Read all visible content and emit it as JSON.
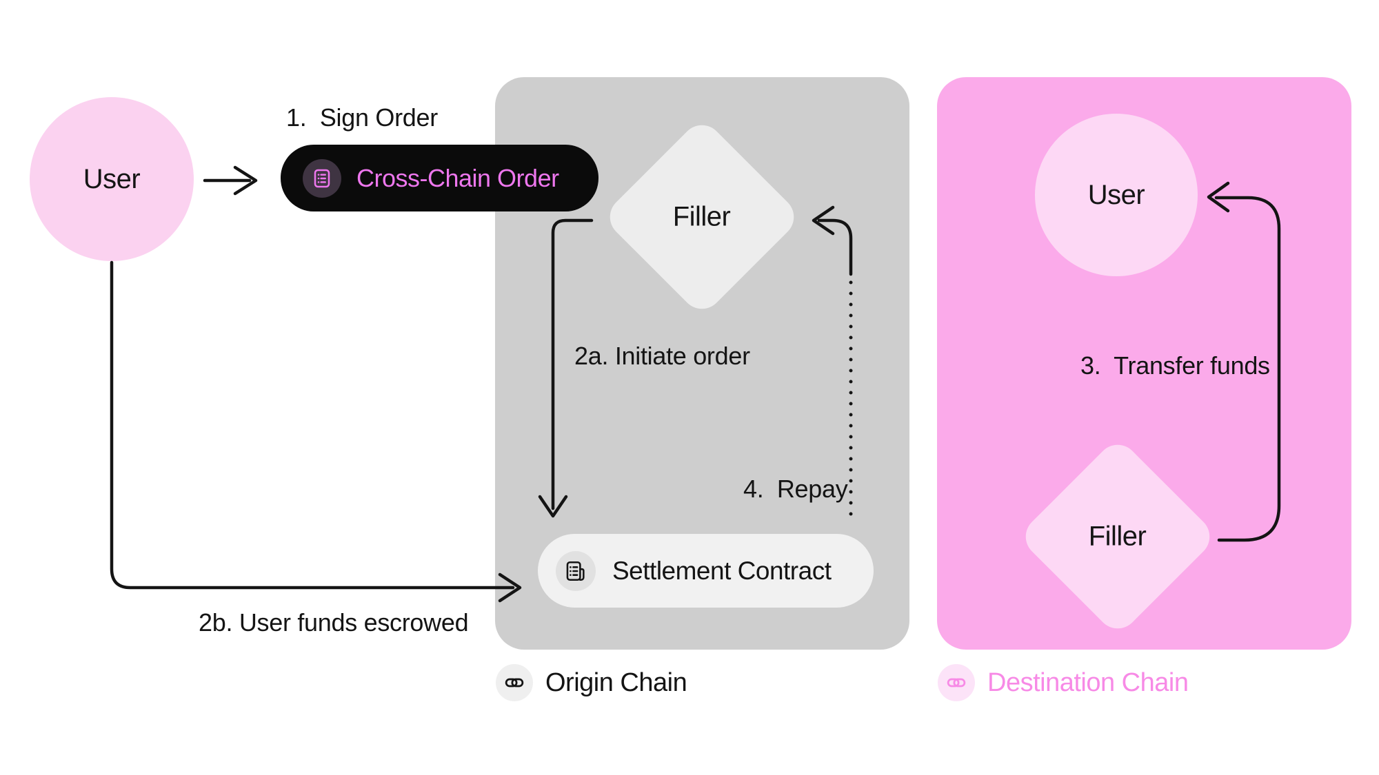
{
  "palette": {
    "black": "#0b0b0b",
    "gray_box": "#cecece",
    "gray_node": "#ededed",
    "gray_node_light": "#f1f1f1",
    "pink_box": "#fbaaea",
    "pink_node": "#fdd8f5",
    "pink_node_left": "#fbd2f0",
    "magenta_text": "#ee77ee",
    "dest_chain_text": "#f78ae6",
    "dest_icon_circle": "#fce3f8",
    "line": "#141414"
  },
  "nodes": {
    "user_left": {
      "label": "User"
    },
    "cross_chain_order": {
      "label": "Cross-Chain Order",
      "icon": "list-icon"
    },
    "filler_origin": {
      "label": "Filler"
    },
    "settlement_contract": {
      "label": "Settlement Contract",
      "icon": "newspaper-icon"
    },
    "user_dest": {
      "label": "User"
    },
    "filler_dest": {
      "label": "Filler"
    }
  },
  "annotations": {
    "step1": "1.  Sign Order",
    "step2a": "2a. Initiate order",
    "step2b": "2b. User funds escrowed",
    "step3": "3.  Transfer funds",
    "step4": "4.  Repay"
  },
  "chains": {
    "origin": {
      "label": "Origin Chain",
      "icon": "chain-link-icon"
    },
    "destination": {
      "label": "Destination Chain",
      "icon": "chain-link-icon"
    }
  }
}
